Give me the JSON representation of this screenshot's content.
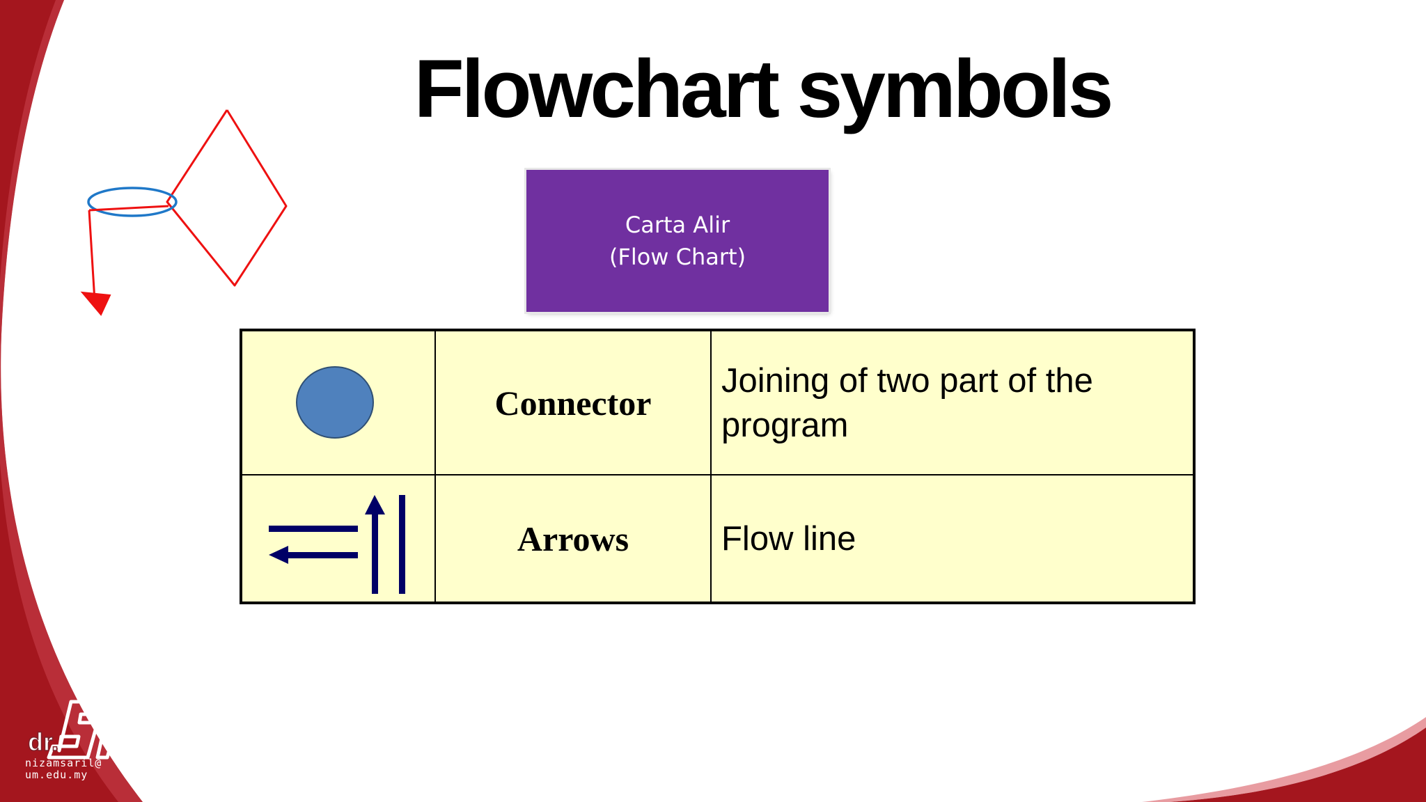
{
  "slide": {
    "title": "Flowchart symbols",
    "callout": {
      "line1": "Carta Alir",
      "line2": "(Flow Chart)",
      "color": "#7030a0"
    },
    "colors": {
      "theme_red": "#a4161e",
      "table_fill": "#ffffcc",
      "connector_fill": "#4f81bd",
      "arrow_color": "#000066",
      "annotation_red": "#ee1111",
      "annotation_blue": "#1f78c8"
    },
    "table": {
      "rows": [
        {
          "symbol": "connector-circle-icon",
          "name": "Connector",
          "description": "Joining of two part of the program"
        },
        {
          "symbol": "flow-arrows-icon",
          "name": "Arrows",
          "description": "Flow line"
        }
      ]
    },
    "annotation": {
      "shapes": [
        "decision-diamond-sketch",
        "connector-loop-sketch",
        "down-arrow-sketch"
      ]
    },
    "logo": {
      "mark": "SN",
      "prefix": "dr.",
      "email_line1": "nizamsaril@",
      "email_line2": "um.edu.my"
    }
  }
}
